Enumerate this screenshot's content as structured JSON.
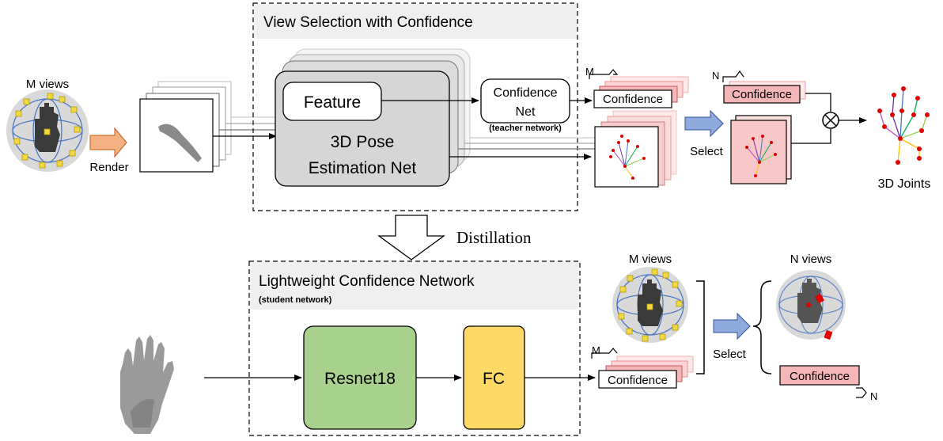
{
  "top": {
    "left_label": "M views",
    "render_label": "Render",
    "box_title": "View Selection with Confidence",
    "feature_label": "Feature",
    "pose_net_line1": "3D Pose",
    "pose_net_line2": "Estimation Net",
    "conf_net_line1": "Confidence",
    "conf_net_line2": "Net",
    "teacher_label": "(teacher network)",
    "m_label": "M",
    "n_label": "N",
    "confidence_label": "Confidence",
    "confidence_sel_label": "Confidence",
    "select_label": "Select",
    "output_label": "3D Joints"
  },
  "middle": {
    "distillation_label": "Distillation"
  },
  "bottom": {
    "box_title": "Lightweight Confidence Network",
    "student_label": "(student network)",
    "resnet_label": "Resnet18",
    "fc_label": "FC",
    "m_views_label": "M views",
    "n_views_label": "N views",
    "m_label": "M",
    "n_label": "N",
    "confidence_label": "Confidence",
    "confidence_sel_label": "Confidence",
    "select_label": "Select"
  },
  "colors": {
    "pose_net_fill": "#d6d6d6",
    "resnet_fill": "#a9d18e",
    "fc_fill": "#ffd966",
    "confidence_fill": "#f4b6b6",
    "render_arrow": "#f4b183",
    "select_arrow": "#8faadc",
    "title_band": "#efefef",
    "marker": "#f0d84a"
  }
}
